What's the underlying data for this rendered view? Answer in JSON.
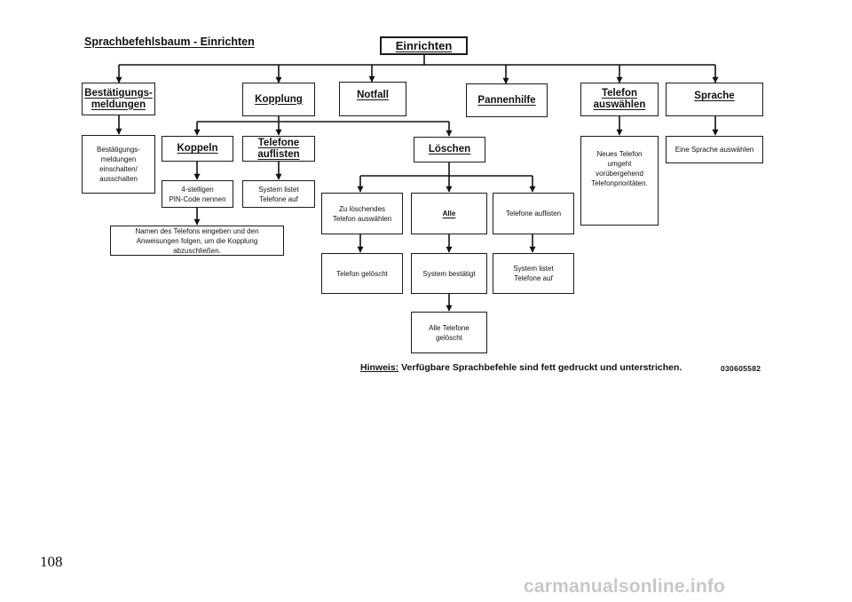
{
  "title": "Sprachbefehlsbaum - Einrichten",
  "nodes": {
    "root": "Einrichten",
    "bestaetigung": "Bestätigungs-\nmeldungen",
    "kopplung": "Kopplung",
    "notfall": "Notfall",
    "pannenhilfe": "Pannenhilfe",
    "telefon_auswaehlen": "Telefon\nauswählen",
    "sprache": "Sprache",
    "bestaetigung_desc": "Bestätigungs-\nmeldungen\neinschalten/\nausschalten",
    "koppeln": "Koppeln",
    "telefone_auflisten": "Telefone\nauflisten",
    "loeschen": "Löschen",
    "neues_telefon": "Neues Telefon\numgeht vorübergehend\nTelefonprioritäten.",
    "sprache_desc": "Eine Sprache auswählen",
    "pin_code": "4-stelligen\nPIN-Code nennen",
    "system_listet_1": "System listet\nTelefone auf",
    "namen_eingeben": "Namen des Telefons eingeben und den\nAnweisungen folgen, um die Kopplung abzuschließen.",
    "zu_loeschendes": "Zu löschendes\nTelefon auswählen",
    "alle": "Alle",
    "telefone_auflisten_2": "Telefone auflisten",
    "telefon_geloescht": "Telefon gelöscht",
    "system_bestaetigt": "System bestätigt",
    "system_listet_2": "System listet\nTelefone auf",
    "alle_geloescht": "Alle Telefone\ngelöscht"
  },
  "note": {
    "label": "Hinweis:",
    "text": " Verfügbare Sprachbefehle sind fett gedruckt und unterstrichen."
  },
  "image_code": "030605582",
  "page_number": "108",
  "watermark": "carmanualsonline.info"
}
